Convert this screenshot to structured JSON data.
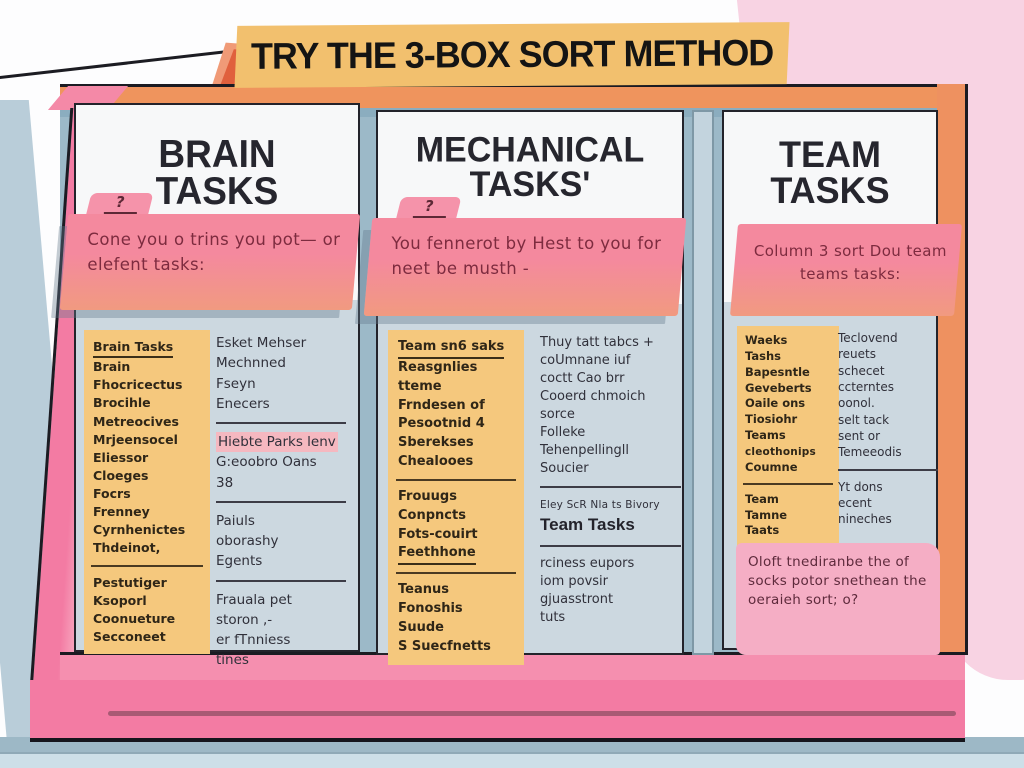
{
  "title": {
    "banner": "TRY THE 3-BOX SORT METHOD"
  },
  "palette": {
    "banner": "#f2c06e",
    "frame-pink": "#f37ba3",
    "frame-pink-light": "#f58faf",
    "frame-orange": "#ef945d",
    "board-blue": "#9cb9c8",
    "panel-white": "#f7f8f9",
    "panel-lower": "#ccd8e0",
    "yellow": "#f5c87d",
    "note-pink": "#f4899e",
    "note-salmon": "#f19a80",
    "ink": "#26262e",
    "note-text": "#7d2b3f",
    "rose-line": "#a85a74",
    "blob-pink": "#f8d3e3",
    "shadow-blue": "#b9cdd9",
    "divider-bar": "#c3d4de",
    "highlight-pink": "#f5b8c0"
  },
  "columns": [
    {
      "heading_lines": [
        "BRAIN",
        "TASKS"
      ],
      "note": {
        "tab": "?",
        "text": "Cone you o trins you pot— or elefent tasks:"
      },
      "yellow_blocks": [
        {
          "items": [
            {
              "text": "Brain Tasks",
              "bold": true,
              "underline": true
            },
            {
              "text": "Brain",
              "bold": true
            },
            "Fhocricectus",
            "Brocihle",
            "Metreocives",
            "Mrjeensocel",
            "Eliessor",
            "Cloeges",
            "Focrs",
            "Frenney",
            "Cyrnhenictes",
            "Thdeinot,"
          ]
        },
        {
          "items": [
            "Pestutiger",
            "Ksoporl",
            "Coonueture",
            "Secconeet"
          ]
        }
      ],
      "side_blocks": [
        {
          "items": [
            "Esket Mehser",
            "Mechnned",
            "Fseyn",
            "Enecers"
          ]
        },
        {
          "items": [
            {
              "text": "Hiebte Parks lenv",
              "highlight": true
            },
            "G:eoobro Oans",
            "38"
          ]
        },
        {
          "items": [
            "Paiuls",
            "oborashy",
            "Egents"
          ]
        },
        {
          "items": [
            "Frauala pet",
            "storon ,-",
            "er fTnniess",
            "tines"
          ]
        }
      ]
    },
    {
      "heading_lines": [
        "MECHANICAL",
        "TASKS'"
      ],
      "note": {
        "tab": "?",
        "text": "You fennerot by Hest to you for neet be musth -"
      },
      "yellow_blocks": [
        {
          "items": [
            {
              "text": "Team sn6 saks",
              "bold": true,
              "underline": true
            },
            "Reasgnlies",
            "tteme",
            "Frndesen of",
            "Pesootnid 4",
            "Sberekses",
            "Chealooes"
          ]
        },
        {
          "items": [
            "Frouugs",
            "Conpncts",
            "Fots-couirt",
            {
              "text": "Feethhone",
              "underline": true
            }
          ]
        },
        {
          "items": [
            "Teanus",
            "Fonoshis",
            "Suude",
            "S Suecfnetts"
          ]
        }
      ],
      "side_blocks": [
        {
          "items": [
            "Thuy tatt tabcs +",
            "coUmnane iuf",
            "coctt Cao brr",
            "Cooerd chmoich",
            "sorce",
            "Folleke",
            "Tehenpellingll",
            "Soucier"
          ]
        },
        {
          "items": [
            {
              "text": "Eley ScR Nla ts Bivory",
              "small": true
            },
            {
              "text": "Team Tasks",
              "bold": true
            }
          ]
        },
        {
          "items": [
            "rciness eupors",
            "iom povsir",
            "gjuasstront",
            "tuts"
          ]
        }
      ]
    },
    {
      "heading_lines": [
        "TEAM",
        "TASKS"
      ],
      "note": {
        "text": "Column 3 sort Dou team teams tasks:"
      },
      "yellow_blocks": [
        {
          "items": [
            {
              "text": "Waeks",
              "bold": true
            },
            "Tashs",
            "Bapesntle",
            "Geveberts",
            "Oaile ons",
            "Tiosiohr",
            "Teams",
            {
              "text": "cleothonips",
              "small": true
            },
            "Coumne"
          ]
        },
        {
          "items": [
            {
              "text": "Team",
              "bold": true
            },
            {
              "text": "Tamne",
              "bold": true
            },
            {
              "text": "Taats",
              "bold": true
            }
          ]
        }
      ],
      "side_blocks": [
        {
          "items": [
            "Teclovend",
            "reuets",
            "schecet",
            "ccterntes",
            "oonol.",
            "selt tack",
            "sent or",
            "Temeeodis"
          ]
        },
        {
          "items": [
            "Yt dons",
            "ecent",
            "nineches"
          ]
        }
      ],
      "bottom_note": "Oloft tnediranbe the of socks potor snethean the oeraieh sort; o?"
    }
  ]
}
